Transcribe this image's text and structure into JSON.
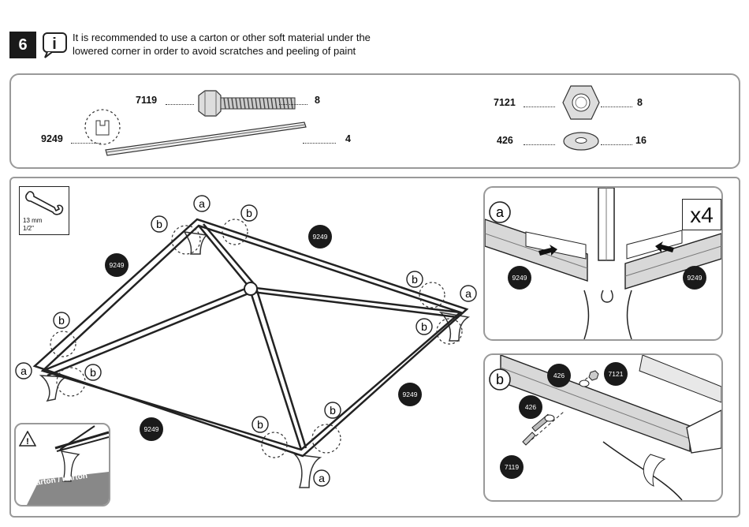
{
  "step": {
    "number": "6"
  },
  "note": {
    "line1": "It is recommended to use a carton or other soft material under the",
    "line2": "lowered corner in order to avoid scratches and peeling of paint"
  },
  "parts": [
    {
      "code": "7119",
      "qty": "8"
    },
    {
      "code": "9249",
      "qty": "4"
    },
    {
      "code": "7121",
      "qty": "8"
    },
    {
      "code": "426",
      "qty": "16"
    }
  ],
  "tool": {
    "size_mm": "13 mm",
    "size_in": "1/2\""
  },
  "main": {
    "labels_a": [
      "a",
      "a",
      "a",
      "a"
    ],
    "labels_b": [
      "b",
      "b",
      "b",
      "b",
      "b",
      "b",
      "b",
      "b"
    ],
    "part_tags": [
      "9249",
      "9249",
      "9249",
      "9249"
    ]
  },
  "warning": {
    "carton_text": "Carton / Karton"
  },
  "detail_a": {
    "label": "a",
    "multiplier": "x4",
    "tags": [
      "9249",
      "9249"
    ]
  },
  "detail_b": {
    "label": "b",
    "tags": [
      "426",
      "7121",
      "426",
      "7119"
    ]
  }
}
